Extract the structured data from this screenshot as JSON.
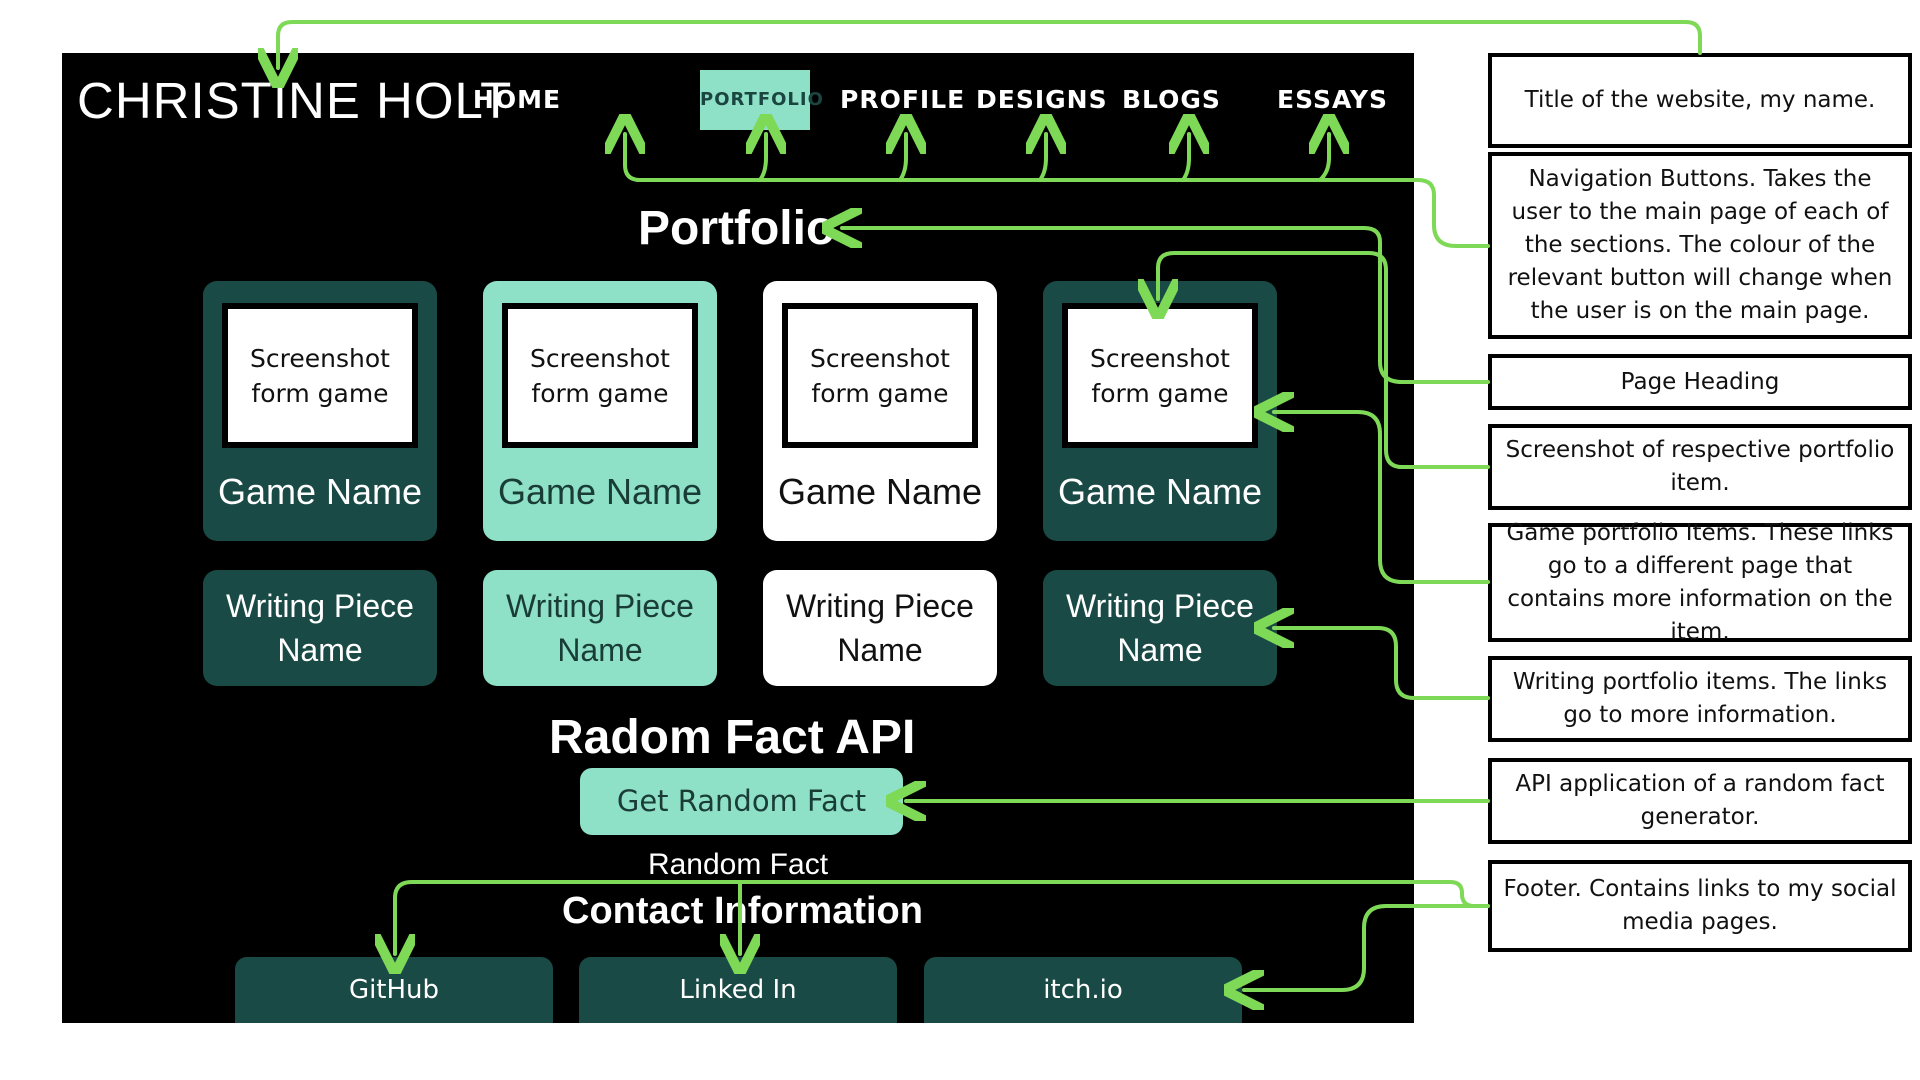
{
  "site": {
    "title": "CHRISTINE HOLT",
    "nav": [
      "HOME",
      "PORTFOLIO",
      "PROFILE",
      "DESIGNS",
      "BLOGS",
      "ESSAYS"
    ],
    "active_nav": "PORTFOLIO",
    "page_heading": "Portfolio",
    "game_items": [
      {
        "screenshot": "Screenshot form game",
        "name": "Game Name",
        "style": "dark"
      },
      {
        "screenshot": "Screenshot form game",
        "name": "Game Name",
        "style": "mint"
      },
      {
        "screenshot": "Screenshot form game",
        "name": "Game Name",
        "style": "white"
      },
      {
        "screenshot": "Screenshot form game",
        "name": "Game Name",
        "style": "dark"
      }
    ],
    "writing_items": [
      {
        "name": "Writing Piece Name",
        "style": "dark"
      },
      {
        "name": "Writing Piece Name",
        "style": "mint"
      },
      {
        "name": "Writing Piece Name",
        "style": "white"
      },
      {
        "name": "Writing Piece Name",
        "style": "dark"
      }
    ],
    "api_heading": "Radom Fact API",
    "api_button": "Get Random Fact",
    "fact_text": "Random Fact",
    "contact_heading": "Contact Information",
    "footer_links": [
      "GitHub",
      "Linked In",
      "itch.io"
    ]
  },
  "annotations": [
    "Title of the website, my name.",
    "Navigation Buttons. Takes the user to the main page of each of the sections. The colour of the relevant button will change when the user is on the main page.",
    "Page Heading",
    "Screenshot of respective portfolio item.",
    "Game portfolio Items. These links go to a different page that contains more information on the item.",
    "Writing portfolio items. The links go to more information.",
    "API application of a random fact generator.",
    "Footer. Contains links to my social media pages."
  ],
  "colors": {
    "site_background": "#000000",
    "card_dark": "#1a4a45",
    "card_mint": "#8ee0c6",
    "card_white": "#ffffff",
    "arrow": "#7ed957"
  }
}
